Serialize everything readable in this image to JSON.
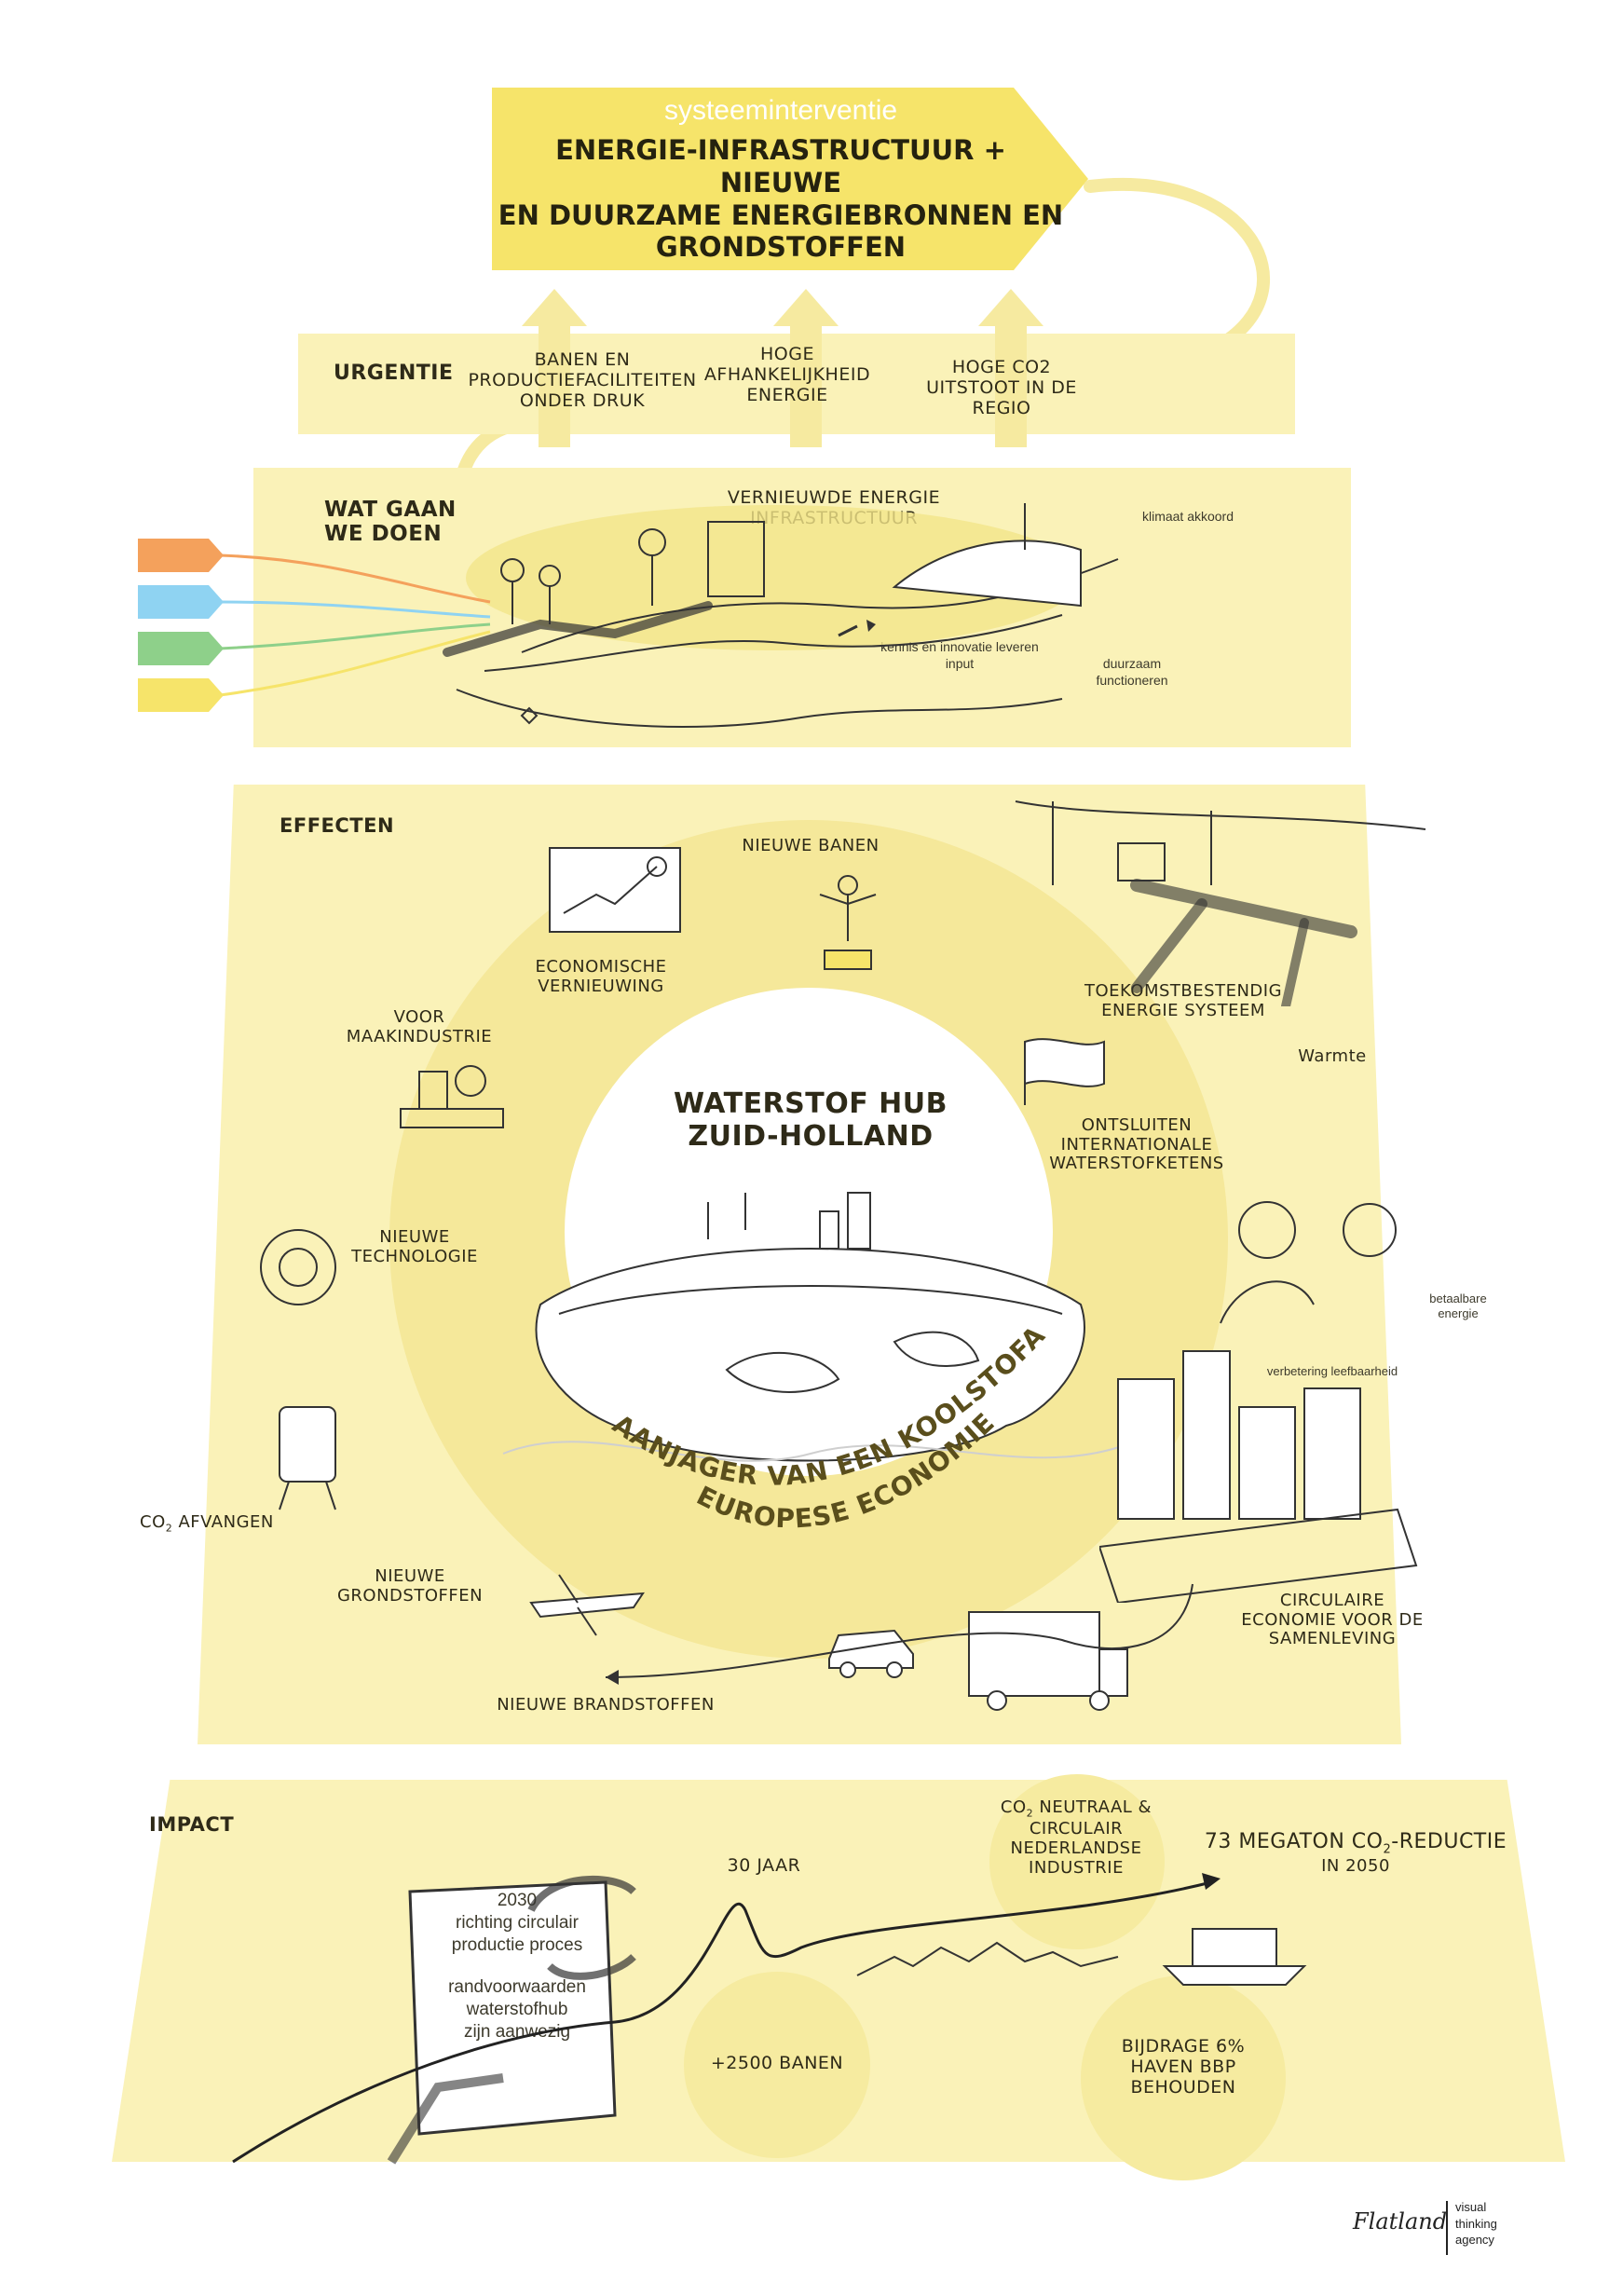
{
  "header": {
    "subtitle": "systeeminterventie",
    "title_line1": "ENERGIE-INFRASTRUCTUUR + NIEUWE",
    "title_line2": "EN DUURZAME ENERGIEBRONNEN EN",
    "title_line3": "GRONDSTOFFEN"
  },
  "urgentie": {
    "label": "URGENTIE",
    "items": [
      {
        "line1": "BANEN EN",
        "line2": "PRODUCTIEFACILITEITEN",
        "line3": "ONDER DRUK"
      },
      {
        "line1": "HOGE",
        "line2": "AFHANKELIJKHEID",
        "line3": "ENERGIE"
      },
      {
        "line1": "HOGE CO2",
        "line2": "UITSTOOT IN DE",
        "line3": "REGIO"
      }
    ]
  },
  "wat_gaan_we_doen": {
    "label_line1": "WAT GAAN",
    "label_line2": "WE DOEN",
    "infra_line1": "VERNIEUWDE ENERGIE",
    "infra_line2": "INFRASTRUCTUUR",
    "klimaat": "klimaat akkoord",
    "kennis_line1": "kennis en innovatie leveren",
    "kennis_line2": "input",
    "duurzaam_line1": "duurzaam",
    "duurzaam_line2": "functioneren",
    "tag_colors": [
      "#f4a15c",
      "#8fd3f2",
      "#8ed08a",
      "#f6e46a"
    ]
  },
  "effecten": {
    "label": "EFFECTEN",
    "center_line1": "WATERSTOF HUB",
    "center_line2": "ZUID-HOLLAND",
    "ring_line1": "AANJAGER VAN EEN KOOLSTOFARME",
    "ring_line2": "EUROPESE ECONOMIE",
    "nieuwe_banen": "NIEUWE BANEN",
    "econ_line1": "ECONOMISCHE",
    "econ_line2": "VERNIEUWING",
    "toekomst_line1": "TOEKOMSTBESTENDIG",
    "toekomst_line2": "ENERGIE SYSTEEM",
    "warmte": "Warmte",
    "maak_line1": "VOOR",
    "maak_line2": "MAAKINDUSTRIE",
    "ontsl_line1": "ONTSLUITEN",
    "ontsl_line2": "INTERNATIONALE",
    "ontsl_line3": "WATERSTOFKETENS",
    "tech_line1": "NIEUWE",
    "tech_line2": "TECHNOLOGIE",
    "betaal_line1": "betaalbare",
    "betaal_line2": "energie",
    "verbetering": "verbetering leefbaarheid",
    "co2_afvangen_pre": "CO",
    "co2_afvangen_sub": "2",
    "co2_afvangen_post": " AFVANGEN",
    "grond_line1": "NIEUWE",
    "grond_line2": "GRONDSTOFFEN",
    "circ_line1": "CIRCULAIRE",
    "circ_line2": "ECONOMIE VOOR DE",
    "circ_line3": "SAMENLEVING",
    "brandstoffen": "NIEUWE BRANDSTOFFEN"
  },
  "impact": {
    "label": "IMPACT",
    "neutraal_line1_pre": "CO",
    "neutraal_line1_sub": "2",
    "neutraal_line1_post": " NEUTRAAL &",
    "neutraal_line2": "CIRCULAIR",
    "neutraal_line3": "NEDERLANDSE",
    "neutraal_line4": "INDUSTRIE",
    "megaton_pre": "73 MEGATON CO",
    "megaton_sub": "2",
    "megaton_post": "-REDUCTIE",
    "megaton_year": "IN 2050",
    "dertig": "30 JAAR",
    "box_year": "2030",
    "box_line1": "richting circulair",
    "box_line2": "productie proces",
    "box_line3": "randvoorwaarden",
    "box_line4": "waterstofhub",
    "box_line5": "zijn aanwezig",
    "banen": "+2500 BANEN",
    "bijdrage_line1": "BIJDRAGE 6%",
    "bijdrage_line2": "HAVEN BBP",
    "bijdrage_line3": "BEHOUDEN"
  },
  "footer": {
    "brand": "Flatland",
    "tag_line1": "visual",
    "tag_line2": "thinking",
    "tag_line3": "agency"
  },
  "colors": {
    "band": "#faf2b8",
    "accent": "#f6e46a",
    "ring": "#f5e89a",
    "text": "#2e2a18"
  }
}
